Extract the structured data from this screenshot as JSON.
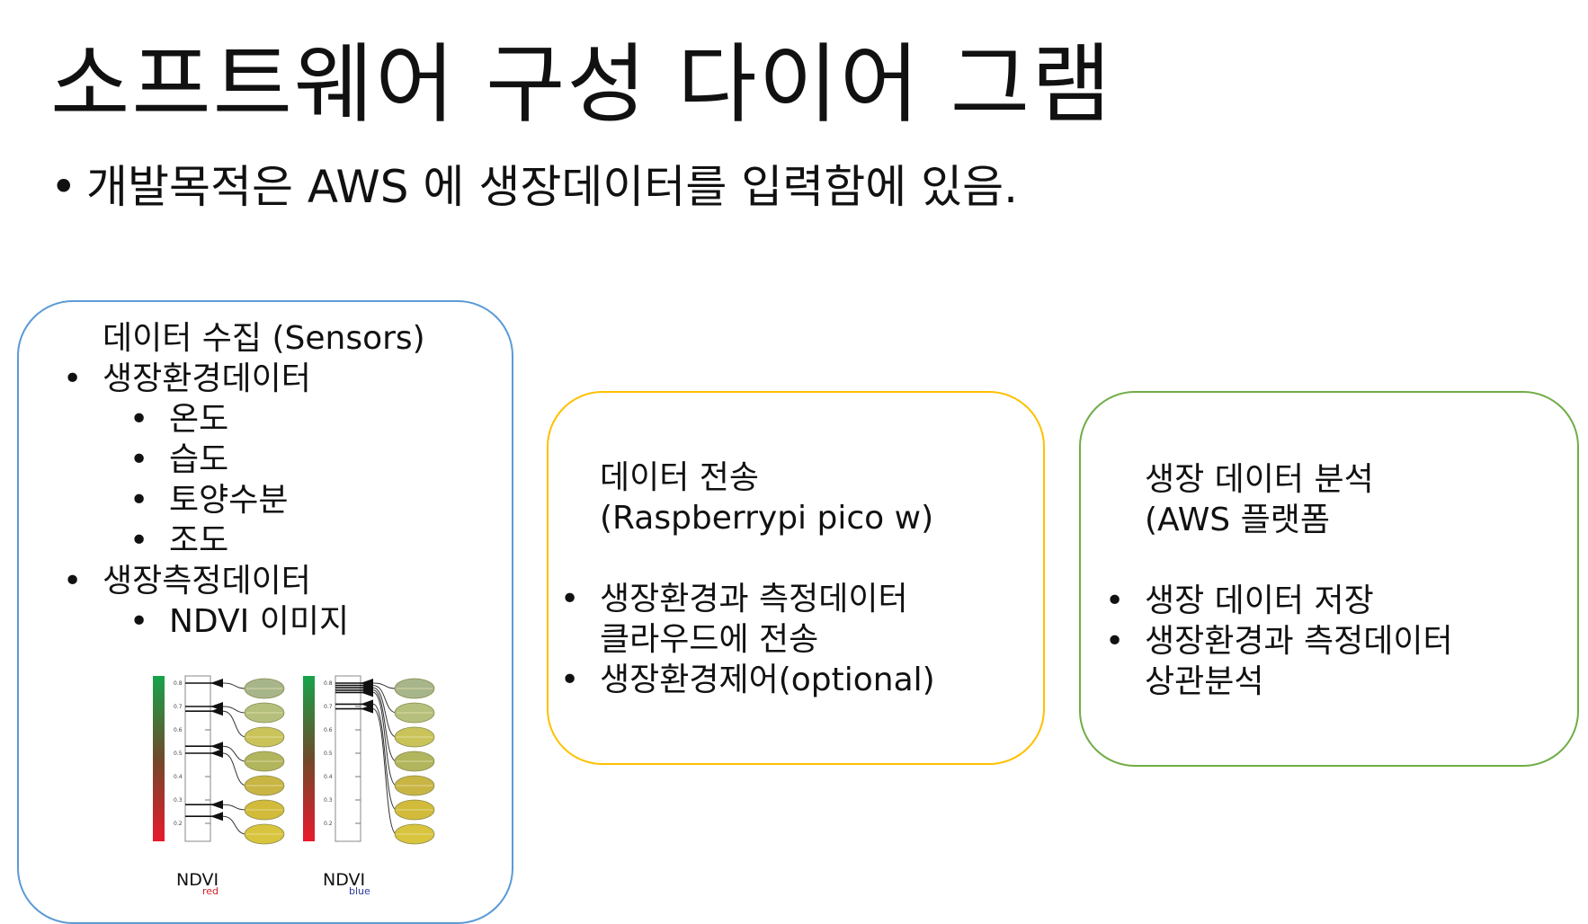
{
  "slide": {
    "title": "소프트웨어 구성 다이어 그램",
    "subtitle_bullet": "•",
    "subtitle": "개발목적은 AWS 에 생장데이터를 입력함에 있음."
  },
  "colors": {
    "card_collection_border": "#5b9bd5",
    "card_transfer_border": "#ffc000",
    "card_analysis_border": "#70ad47",
    "ndvi_high": "#17a34a",
    "ndvi_low": "#e8192c",
    "ndvi_red_label": "#d0202a",
    "ndvi_blue_label": "#2b3aa0"
  },
  "cards": {
    "collection": {
      "title": "데이터 수집 (Sensors)",
      "groups": [
        {
          "label": "생장환경데이터",
          "items": [
            "온도",
            "습도",
            "토양수분",
            "조도"
          ]
        },
        {
          "label": "생장측정데이터",
          "items": [
            "NDVI 이미지"
          ]
        }
      ]
    },
    "transfer": {
      "title_line1": "데이터 전송",
      "title_line2": "(Raspberrypi pico w)",
      "items": [
        {
          "line1": "생장환경과 측정데이터",
          "line2": "클라우드에 전송"
        },
        {
          "line1": "생장환경제어(optional)",
          "line2": ""
        }
      ]
    },
    "analysis": {
      "title_line1": "생장 데이터 분석",
      "title_line2": "(AWS 플랫폼",
      "items": [
        {
          "line1": "생장 데이터 저장",
          "line2": ""
        },
        {
          "line1": "생장환경과 측정데이터",
          "line2": "상관분석"
        }
      ]
    }
  },
  "ndvi_figure": {
    "ticks": [
      "0.8",
      "0.7",
      "0.6",
      "0.5",
      "0.4",
      "0.3",
      "0.2"
    ],
    "panels": [
      {
        "caption": "NDVI",
        "subscript": "red",
        "leaf_values": [
          0.8,
          0.7,
          0.68,
          0.53,
          0.5,
          0.28,
          0.23
        ],
        "leaf_colors": [
          "#a7b58a",
          "#b5c07d",
          "#c9c35a",
          "#b1b55d",
          "#c9b544",
          "#d2bb3a",
          "#d8c43d"
        ]
      },
      {
        "caption": "NDVI",
        "subscript": "blue",
        "leaf_values": [
          0.8,
          0.79,
          0.78,
          0.77,
          0.76,
          0.71,
          0.69
        ],
        "leaf_colors": [
          "#a7b58a",
          "#b5c07d",
          "#c9c35a",
          "#b1b55d",
          "#c9b544",
          "#d2bb3a",
          "#d8c43d"
        ]
      }
    ]
  }
}
